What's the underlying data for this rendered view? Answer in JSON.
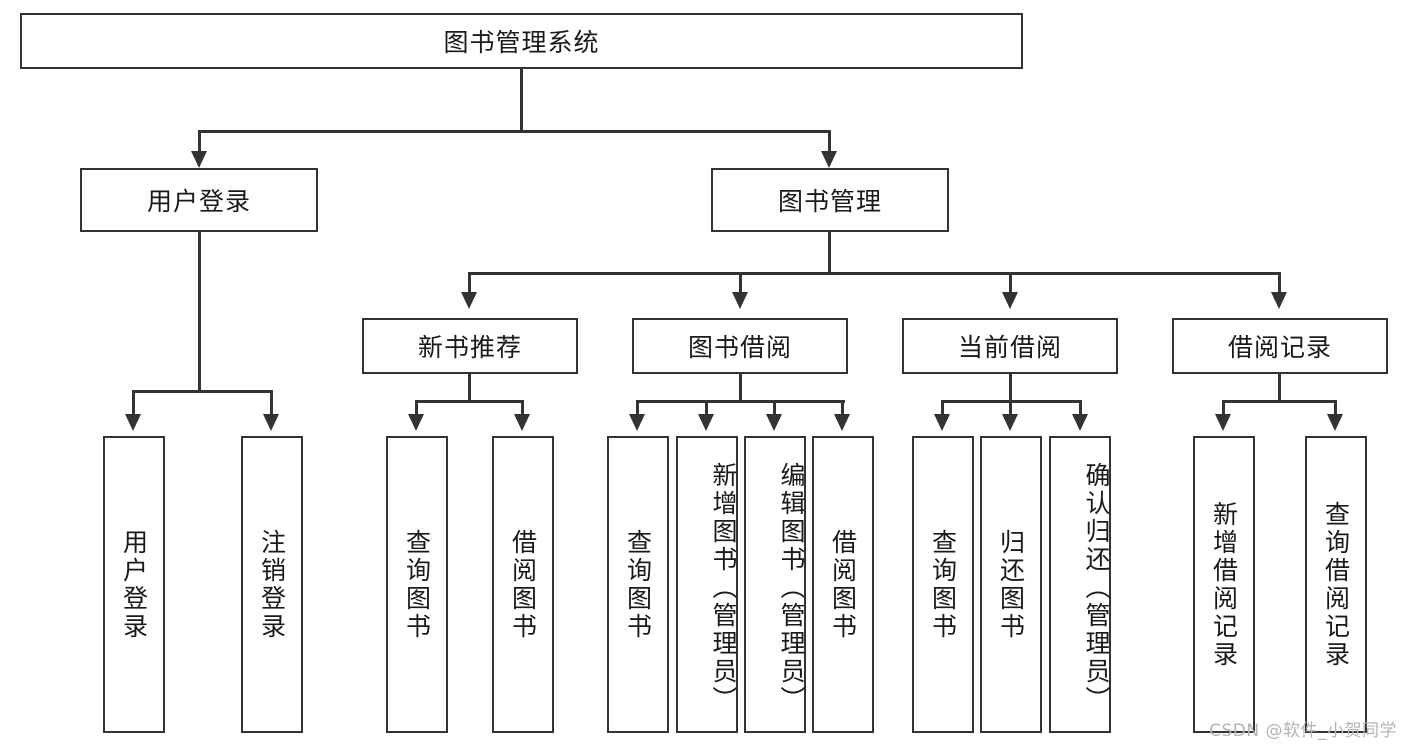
{
  "diagram": {
    "title": "图书管理系统",
    "type": "tree-hierarchy",
    "root": {
      "label": "图书管理系统"
    },
    "level1": [
      {
        "label": "用户登录"
      },
      {
        "label": "图书管理"
      }
    ],
    "level2": [
      {
        "label": "新书推荐"
      },
      {
        "label": "图书借阅"
      },
      {
        "label": "当前借阅"
      },
      {
        "label": "借阅记录"
      }
    ],
    "leaves": {
      "user_login": [
        {
          "label": "用户登录"
        },
        {
          "label": "注销登录"
        }
      ],
      "new_book_recommend": [
        {
          "label": "查询图书"
        },
        {
          "label": "借阅图书"
        }
      ],
      "book_borrow": [
        {
          "label": "查询图书"
        },
        {
          "label": "新增图书（管理员）"
        },
        {
          "label": "编辑图书（管理员）"
        },
        {
          "label": "借阅图书"
        }
      ],
      "current_borrow": [
        {
          "label": "查询图书"
        },
        {
          "label": "归还图书"
        },
        {
          "label": "确认归还（管理员）"
        }
      ],
      "borrow_record": [
        {
          "label": "新增借阅记录"
        },
        {
          "label": "查询借阅记录"
        }
      ]
    }
  },
  "watermark": {
    "text": "CSDN @软件_小贺同学"
  },
  "colors": {
    "stroke": "#333333",
    "background": "#ffffff",
    "text": "#1a1a1a",
    "watermark": "#b4b4b4"
  }
}
